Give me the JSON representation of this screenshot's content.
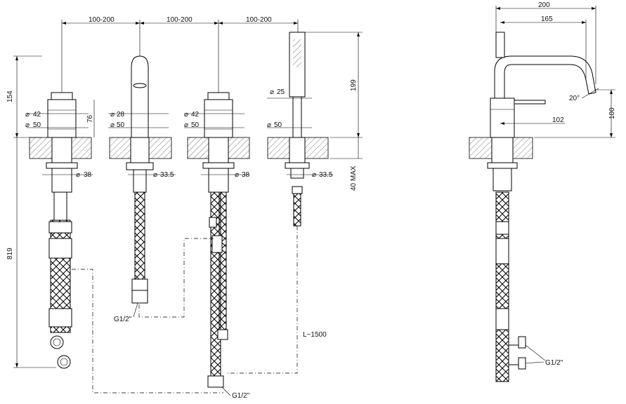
{
  "dims": {
    "spacing_1": "100-200",
    "spacing_2": "100-200",
    "spacing_3": "100-200",
    "height_154": "154",
    "height_819": "819",
    "height_199": "199",
    "max_40": "40 MAX",
    "d42_a": "42",
    "d50_a": "50",
    "h76": "76",
    "d38_a": "38",
    "d28": "28",
    "d50_b": "50",
    "d33_5_a": "33.5",
    "d42_b": "42",
    "d50_c": "50",
    "d38_b": "38",
    "d25": "25",
    "d50_d": "50",
    "d33_5_b": "33.5",
    "g_half_a": "G1/2\"",
    "g_half_b": "G1/2\"",
    "g_half_c": "G1/2\"",
    "hose_length": "L~1500",
    "side_200": "200",
    "side_165": "165",
    "side_102": "102",
    "side_100": "100",
    "angle_20": "20°"
  },
  "symbols": {
    "diameter": "⌀"
  }
}
